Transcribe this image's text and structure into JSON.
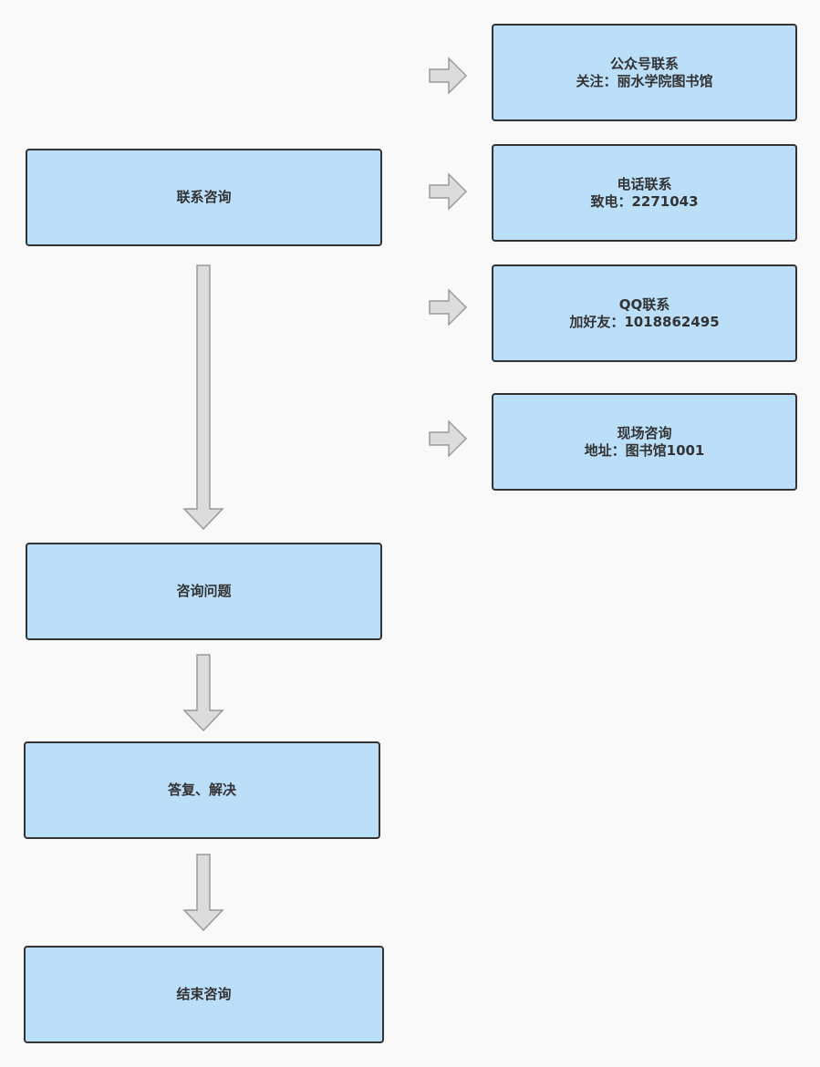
{
  "flow": {
    "contact": "联系咨询",
    "ask": "咨询问题",
    "answer": "答复、解决",
    "end": "结束咨询"
  },
  "channels": [
    {
      "title": "公众号联系",
      "detail": "关注：丽水学院图书馆"
    },
    {
      "title": "电话联系",
      "detail": "致电：2271043"
    },
    {
      "title": "QQ联系",
      "detail": "加好友：1018862495"
    },
    {
      "title": "现场咨询",
      "detail": "地址：图书馆1001"
    }
  ],
  "colors": {
    "box_fill": "#bbdef9",
    "box_border": "#333333",
    "arrow_fill": "#dcdcdc",
    "arrow_stroke": "#9a9a9a",
    "background": "#f9f9f9"
  }
}
